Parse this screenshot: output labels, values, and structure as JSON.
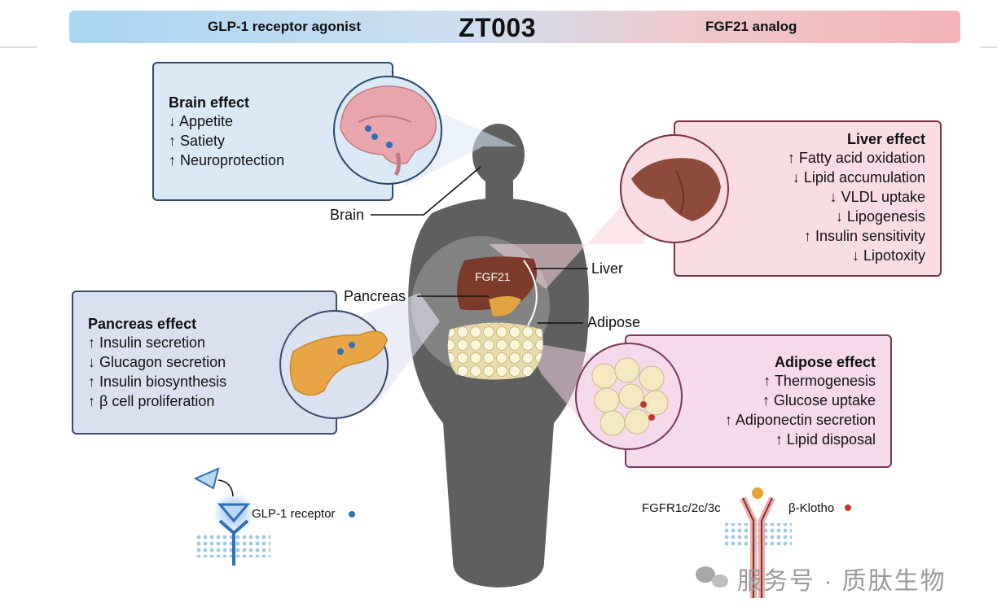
{
  "header": {
    "left_label": "GLP-1 receptor agonist",
    "title": "ZT003",
    "right_label": "FGF21 analog"
  },
  "brain_panel": {
    "title": "Brain effect",
    "lines": [
      "↓ Appetite",
      "↑ Satiety",
      "↑ Neuroprotection"
    ]
  },
  "liver_panel": {
    "title": "Liver effect",
    "lines": [
      "↑ Fatty acid oxidation",
      "↓ Lipid accumulation",
      "↓ VLDL uptake",
      "↓ Lipogenesis",
      "↑ Insulin sensitivity",
      "↓ Lipotoxity"
    ]
  },
  "pancreas_panel": {
    "title": "Pancreas effect",
    "lines": [
      "↑ Insulin secretion",
      "↓ Glucagon secretion",
      "↑ Insulin biosynthesis",
      "↑ β cell proliferation"
    ]
  },
  "adipose_panel": {
    "title": "Adipose effect",
    "lines": [
      "↑ Thermogenesis",
      "↑ Glucose uptake",
      "↑ Adiponectin secretion",
      "↑ Lipid disposal"
    ]
  },
  "organ_labels": {
    "brain": "Brain",
    "liver": "Liver",
    "pancreas": "Pancreas",
    "adipose": "Adipose",
    "fgf21": "FGF21"
  },
  "receptors": {
    "glp1": "GLP-1 receptor",
    "fgfr": "FGFR1c/2c/3c",
    "klotho": "β-Klotho"
  },
  "watermark": {
    "text": "服务号 · 质肽生物"
  },
  "colors": {
    "glp1_dot": "#2f6fb5",
    "klotho_dot": "#c0392b",
    "body": "#5f5f5f"
  }
}
